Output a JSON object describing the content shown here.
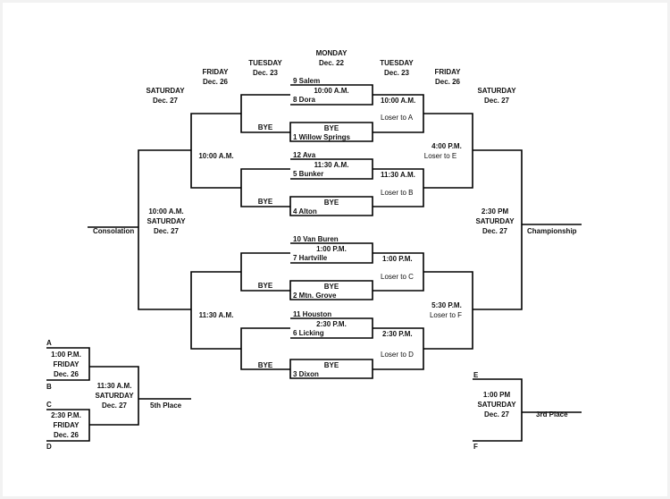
{
  "headers": {
    "monday": {
      "day": "MONDAY",
      "date": "Dec. 22"
    },
    "tuesday_left": {
      "day": "TUESDAY",
      "date": "Dec. 23"
    },
    "tuesday_right": {
      "day": "TUESDAY",
      "date": "Dec. 23"
    },
    "friday_left": {
      "day": "FRIDAY",
      "date": "Dec. 26"
    },
    "friday_right": {
      "day": "FRIDAY",
      "date": "Dec. 26"
    },
    "saturday_left": {
      "day": "SATURDAY",
      "date": "Dec. 27"
    },
    "saturday_right": {
      "day": "SATURDAY",
      "date": "Dec. 27"
    }
  },
  "first_round": [
    {
      "top": "9 Salem",
      "time": "10:00 A.M.",
      "bottom": "8 Dora"
    },
    {
      "top": "12 Ava",
      "time": "11:30 A.M.",
      "bottom": "5 Bunker"
    },
    {
      "top": "10 Van Buren",
      "time": "1:00 P.M.",
      "bottom": "7 Hartville"
    },
    {
      "top": "11 Houston",
      "time": "2:30 P.M.",
      "bottom": "6 Licking"
    }
  ],
  "quarterfinals": [
    {
      "bye_left": "BYE",
      "bye_box": "BYE",
      "team": "1 Willow Springs",
      "time": "10:00 A.M.",
      "loser": "Loser to A"
    },
    {
      "bye_left": "BYE",
      "bye_box": "BYE",
      "team": "4 Alton",
      "time": "11:30 A.M.",
      "loser": "Loser to B"
    },
    {
      "bye_left": "BYE",
      "bye_box": "BYE",
      "team": "2 Mtn. Grove",
      "time": "1:00 P.M.",
      "loser": "Loser to C"
    },
    {
      "bye_left": "BYE",
      "bye_box": "BYE",
      "team": "3 Dixon",
      "time": "2:30 P.M.",
      "loser": "Loser to D"
    }
  ],
  "consolation_semis": [
    {
      "time": "10:00 A.M."
    },
    {
      "time": "11:30 A.M."
    }
  ],
  "consolation_final": {
    "time": "10:00 A.M.",
    "day": "SATURDAY",
    "date": "Dec. 27",
    "label": "Consolation"
  },
  "semifinals": [
    {
      "time": "4:00 P.M.",
      "loser": "Loser to E"
    },
    {
      "time": "5:30 P.M.",
      "loser": "Loser to F"
    }
  ],
  "championship": {
    "time": "2:30 PM",
    "day": "SATURDAY",
    "date": "Dec. 27",
    "label": "Championship"
  },
  "fifth_place": {
    "game1": {
      "top": "A",
      "bottom": "B",
      "time": "1:00 P.M.",
      "day": "FRIDAY",
      "date": "Dec. 26"
    },
    "game2": {
      "top": "C",
      "bottom": "D",
      "time": "2:30 P.M.",
      "day": "FRIDAY",
      "date": "Dec. 26"
    },
    "final": {
      "time": "11:30 A.M.",
      "day": "SATURDAY",
      "date": "Dec. 27",
      "label": "5th Place"
    }
  },
  "third_place": {
    "top": "E",
    "bottom": "F",
    "time": "1:00 PM",
    "day": "SATURDAY",
    "date": "Dec. 27",
    "label": "3rd Place"
  }
}
